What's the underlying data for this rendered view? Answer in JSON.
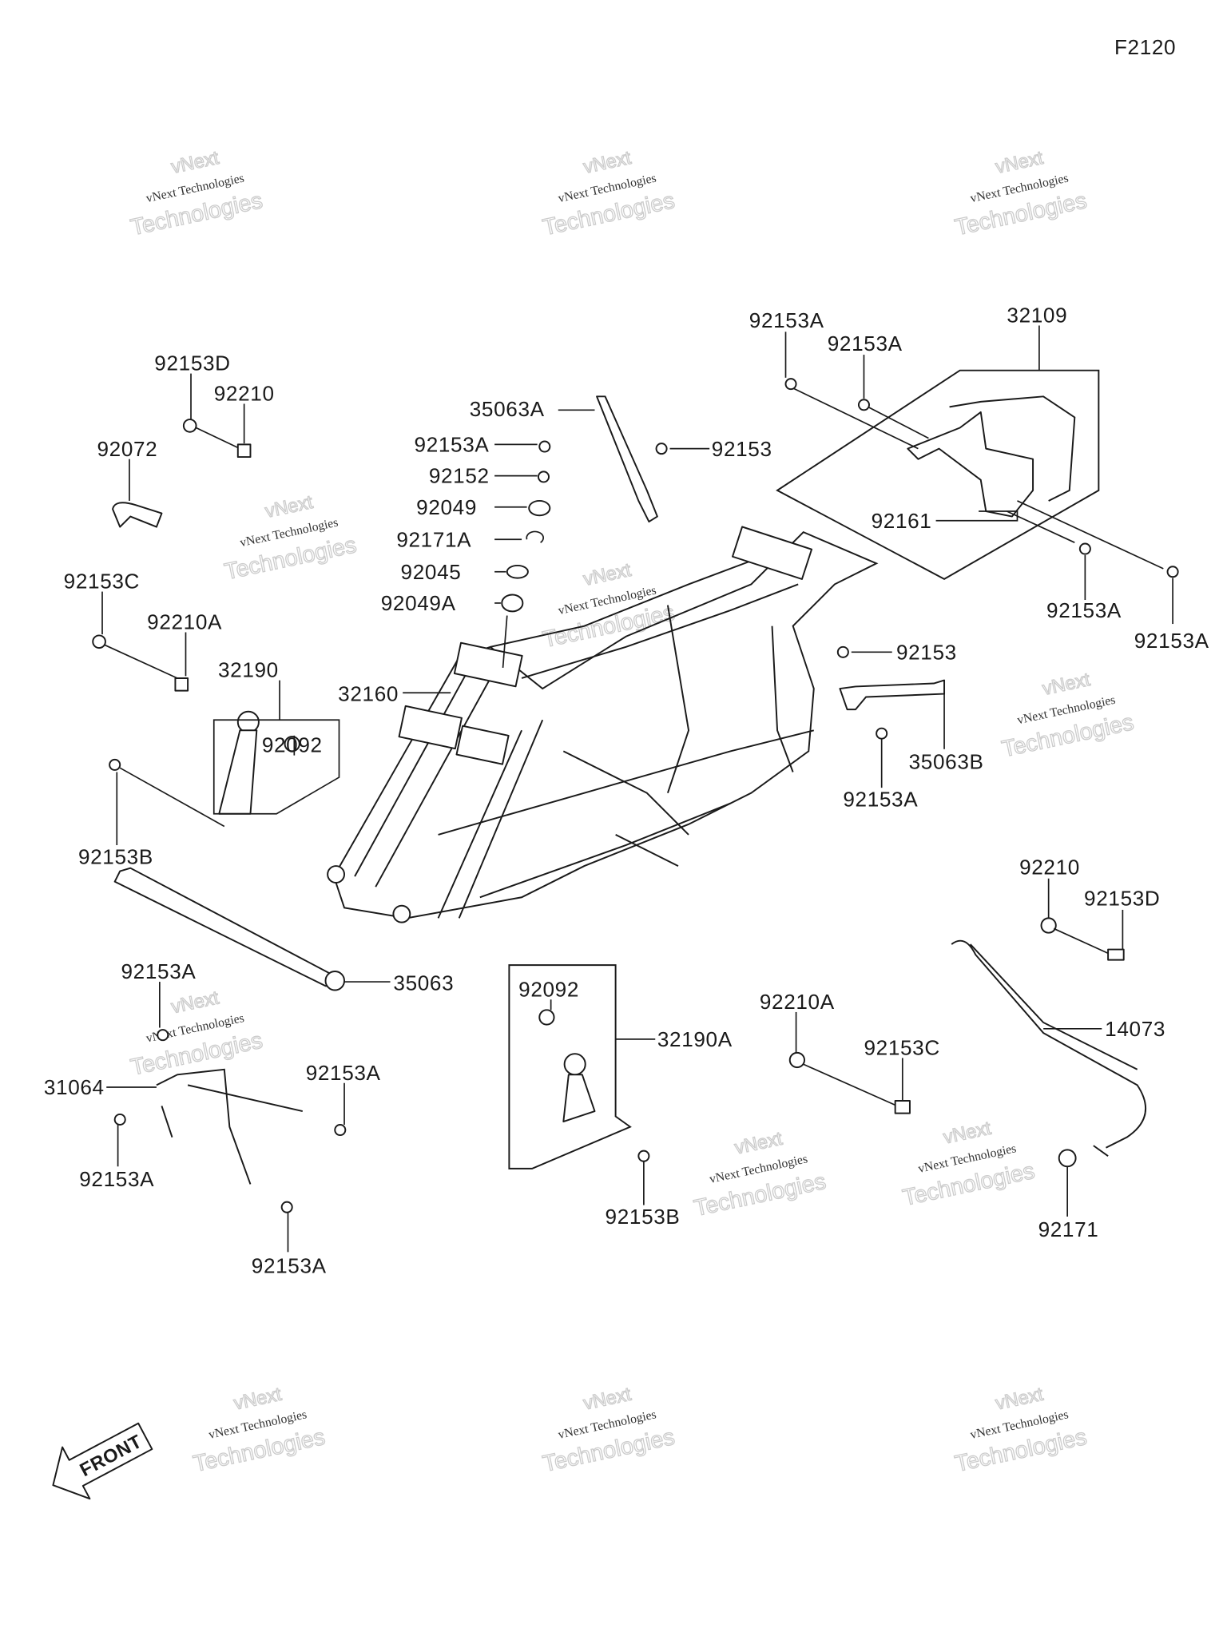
{
  "diagram_code": "F2120",
  "watermark": {
    "line1": "vNext",
    "line2": "vNext Technologies",
    "line3": "Technologies"
  },
  "front_label": "FRONT",
  "labels": {
    "l92153D_top": "92153D",
    "l92210_top": "92210",
    "l92072": "92072",
    "l92153C_left": "92153C",
    "l92210A_left": "92210A",
    "l32190": "32190",
    "l92092_left": "92092",
    "l92153B_left": "92153B",
    "l35063A": "35063A",
    "l92153A_stack": "92153A",
    "l92152": "92152",
    "l92049": "92049",
    "l92171A": "92171A",
    "l92045": "92045",
    "l92049A": "92049A",
    "l32160": "32160",
    "l92153A_rack1": "92153A",
    "l92153A_rack2": "92153A",
    "l32109": "32109",
    "l92153_upper": "92153",
    "l92161": "92161",
    "l92153A_rack3": "92153A",
    "l92153A_rack4": "92153A",
    "l92153_mid": "92153",
    "l35063B": "35063B",
    "l92153A_mid": "92153A",
    "l35063": "35063",
    "l92153A_bl1": "92153A",
    "l31064": "31064",
    "l92153A_bl2": "92153A",
    "l92153A_bl3": "92153A",
    "l92153A_bl4": "92153A",
    "l92092_center": "92092",
    "l32190A": "32190A",
    "l92153B_center": "92153B",
    "l92210_right": "92210",
    "l92153D_right": "92153D",
    "l92210A_right": "92210A",
    "l92153C_right": "92153C",
    "l14073": "14073",
    "l92171": "92171"
  }
}
